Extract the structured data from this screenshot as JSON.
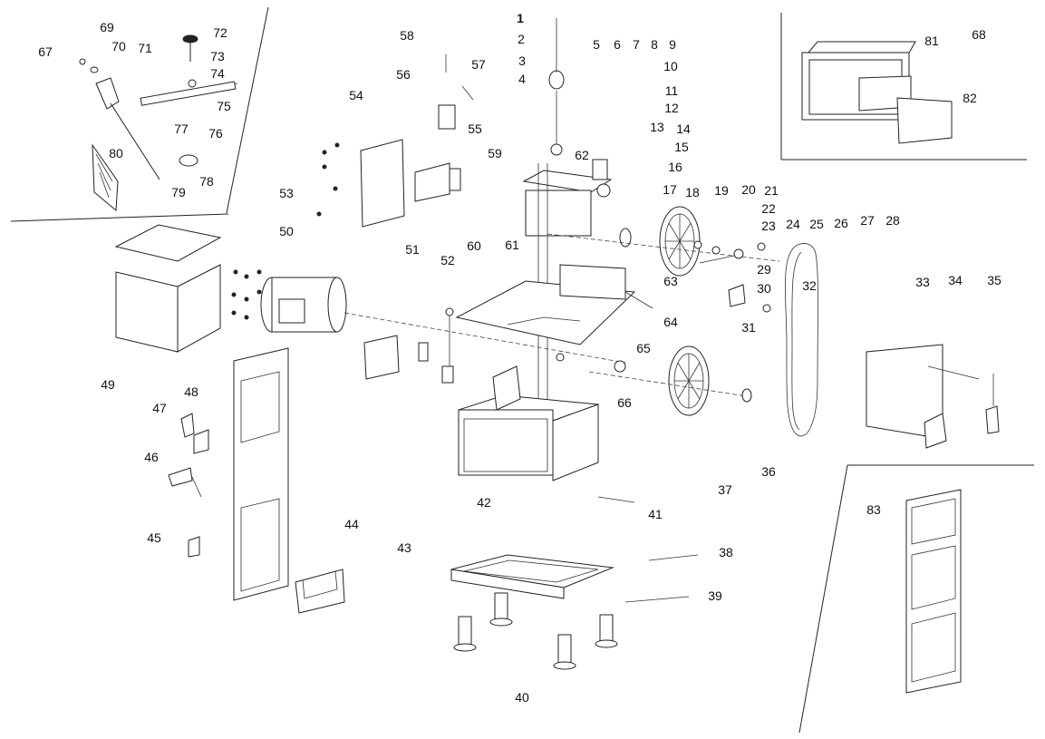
{
  "diagram": {
    "part_numbers": [
      "1",
      "2",
      "3",
      "4",
      "5",
      "6",
      "7",
      "8",
      "9",
      "10",
      "11",
      "12",
      "13",
      "14",
      "15",
      "16",
      "17",
      "18",
      "19",
      "20",
      "21",
      "22",
      "23",
      "24",
      "25",
      "26",
      "27",
      "28",
      "29",
      "30",
      "31",
      "32",
      "33",
      "34",
      "35",
      "36",
      "37",
      "38",
      "39",
      "40",
      "41",
      "42",
      "43",
      "44",
      "45",
      "46",
      "47",
      "48",
      "49",
      "50",
      "51",
      "52",
      "53",
      "54",
      "55",
      "56",
      "57",
      "58",
      "59",
      "60",
      "61",
      "62",
      "63",
      "64",
      "65",
      "66",
      "67",
      "68",
      "69",
      "70",
      "71",
      "72",
      "73",
      "74",
      "75",
      "76",
      "77",
      "78",
      "79",
      "80",
      "81",
      "82",
      "83"
    ]
  }
}
